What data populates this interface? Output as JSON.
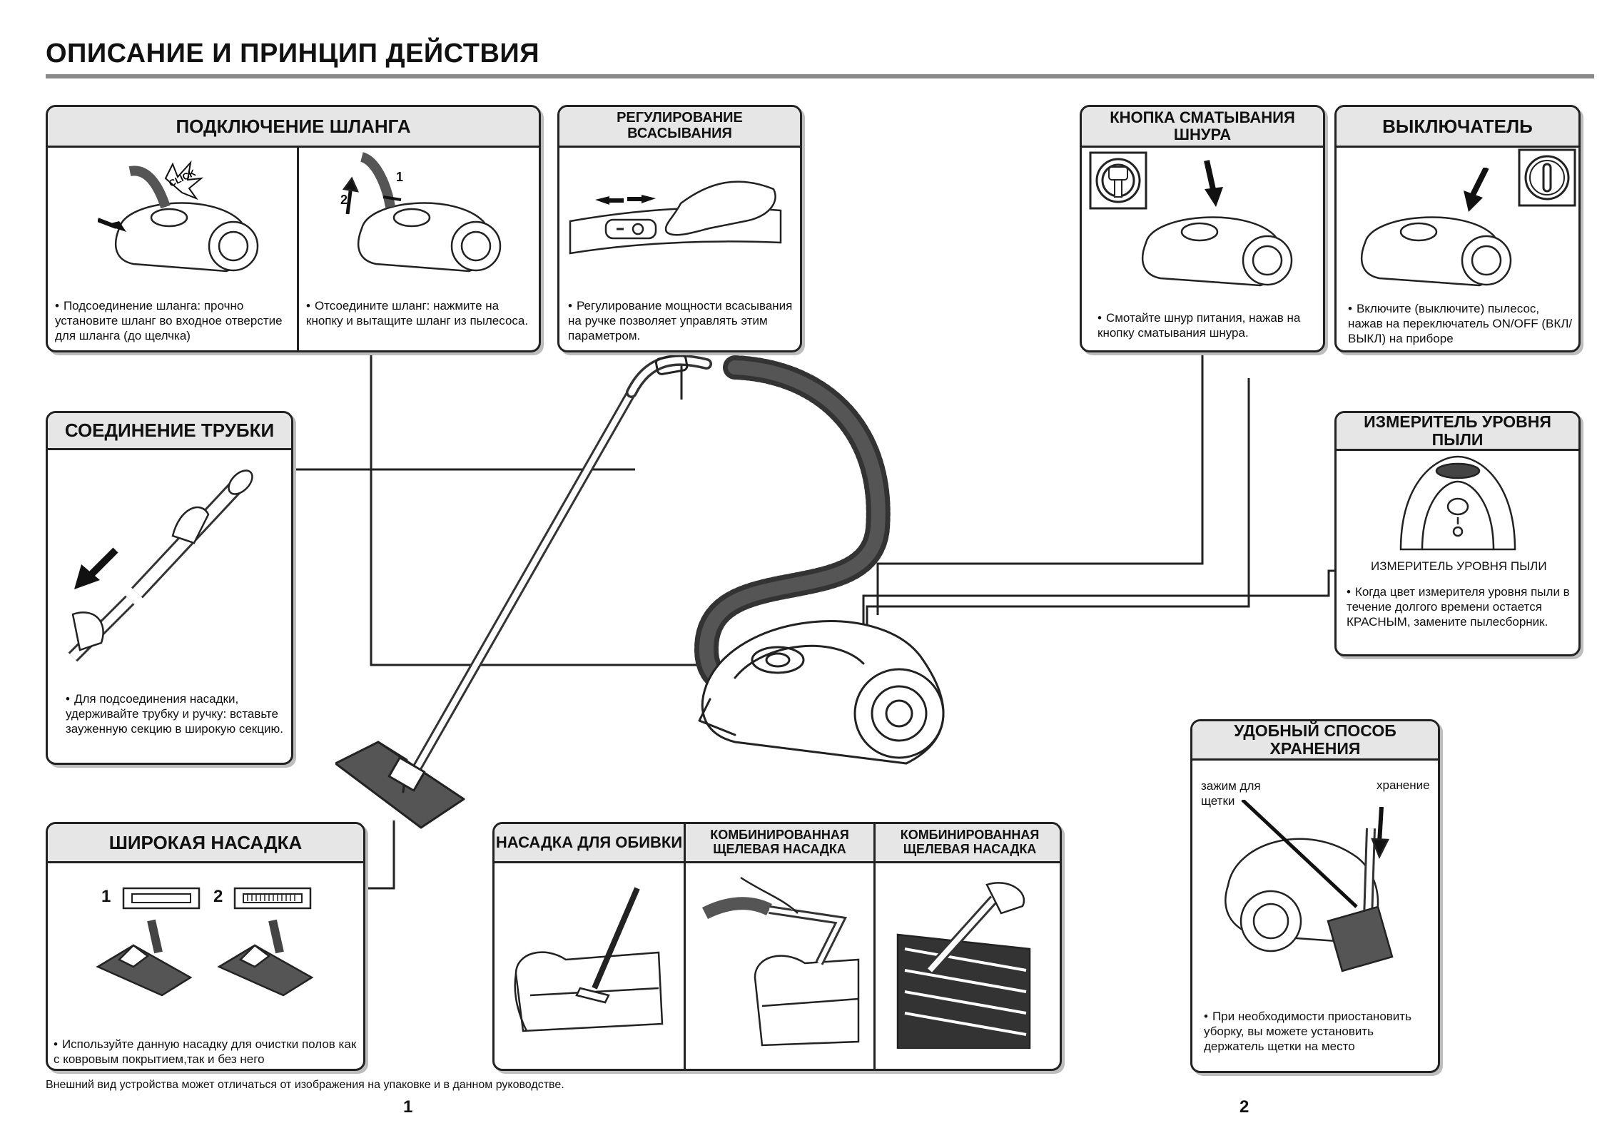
{
  "page": {
    "title": "ОПИСАНИЕ И ПРИНЦИП ДЕЙСТВИЯ",
    "footnote": "Внешний вид устройства может отличаться от изображения на упаковке и в данном руководстве.",
    "page_numbers": [
      "1",
      "2"
    ]
  },
  "hose": {
    "title": "ПОДКЛЮЧЕНИЕ ШЛАНГА",
    "click_label": "CLICK",
    "step1": "1",
    "step2": "2",
    "caption_left": "Подсоединение шланга: прочно установите шланг во входное отверстие для шланга (до щелчка)",
    "caption_right": "Отсоедините шланг: нажмите на кнопку и вытащите шланг из пылесоса."
  },
  "suction": {
    "title": "РЕГУЛИРОВАНИЕ ВСАСЫВАНИЯ",
    "caption": "Регулирование мощности всасывания на ручке позволяет управлять этим параметром."
  },
  "cord": {
    "title": "КНОПКА СМАТЫВАНИЯ ШНУРА",
    "caption": "Смотайте шнур питания, нажав на кнопку сматывания шнура."
  },
  "switch": {
    "title": "ВЫКЛЮЧАТЕЛЬ",
    "caption": "Включите (выключите) пылесос, нажав на переключатель ON/OFF (ВКЛ/ВЫКЛ) на приборе"
  },
  "tube": {
    "title": "СОЕДИНЕНИЕ ТРУБКИ",
    "caption": "Для подсоединения насадки, удерживайте трубку и ручку: вставьте зауженную секцию в широкую секцию."
  },
  "dust": {
    "title": "ИЗМЕРИТЕЛЬ УРОВНЯ ПЫЛИ",
    "sublabel": "ИЗМЕРИТЕЛЬ УРОВНЯ ПЫЛИ",
    "caption": "Когда цвет измерителя уровня пыли в течение долгого времени остается КРАСНЫМ, замените пылесборник."
  },
  "nozzle": {
    "title": "ШИРОКАЯ НАСАДКА",
    "pos1": "1",
    "pos2": "2",
    "caption": "Используйте данную насадку для очистки полов как с ковровым покрытием,так и без него"
  },
  "tools": {
    "col1_title": "НАСАДКА ДЛЯ ОБИВКИ",
    "col2_title": "КОМБИНИРОВАННАЯ ЩЕЛЕВАЯ НАСАДКА",
    "col3_title": "КОМБИНИРОВАННАЯ ЩЕЛЕВАЯ НАСАДКА"
  },
  "storage": {
    "title": "УДОБНЫЙ СПОСОБ ХРАНЕНИЯ",
    "label_clip": "зажим для щетки",
    "label_storage": "хранение",
    "caption": "При необходимости приостановить уборку, вы можете установить держатель щетки на место"
  },
  "icons": [
    "hose-click-icon",
    "arrow-icon",
    "power-plug-icon",
    "on-off-icon",
    "hand-icon",
    "vacuum-cleaner-icon"
  ]
}
